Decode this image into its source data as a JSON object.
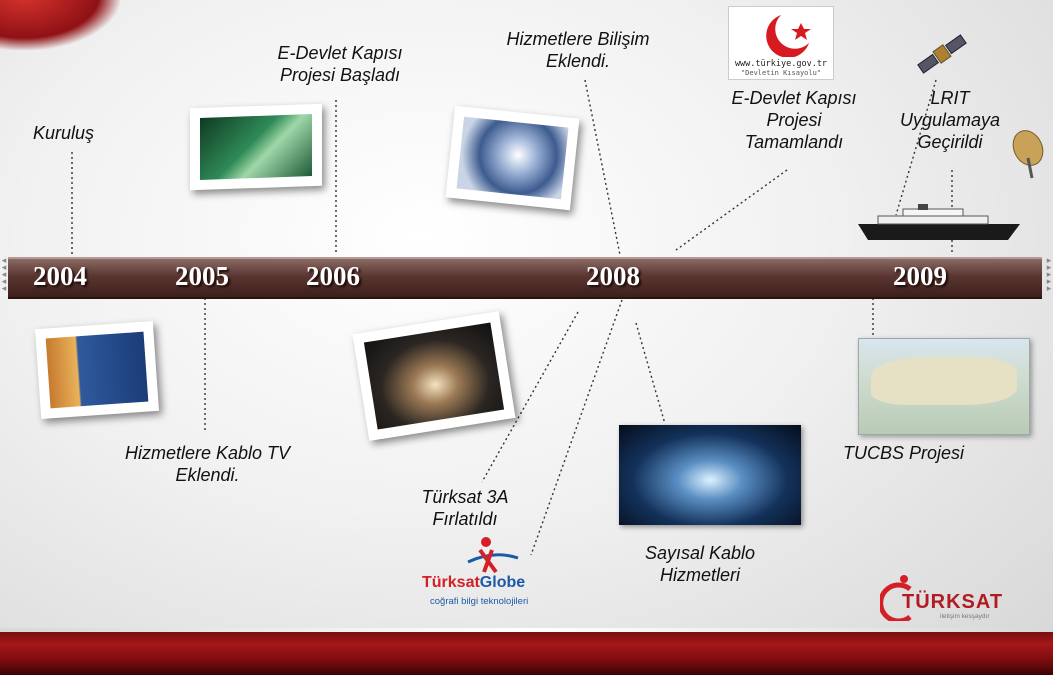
{
  "years": {
    "y2004": "2004",
    "y2005": "2005",
    "y2006": "2006",
    "y2008": "2008",
    "y2009": "2009"
  },
  "events": {
    "kurulus": "Kuruluş",
    "kablo_tv": [
      "Hizmetlere Kablo TV",
      "Eklendi."
    ],
    "edevlet_start": [
      "E-Devlet Kapısı",
      "Projesi Başladı"
    ],
    "bilisim": [
      "Hizmetlere Bilişim",
      "Eklendi."
    ],
    "edevlet_done": [
      "E-Devlet Kapısı",
      "Projesi",
      "Tamamlandı"
    ],
    "lrit": [
      "LRIT",
      "Uygulamaya",
      "Geçirildi"
    ],
    "turksat3a": [
      "Türksat 3A",
      "Fırlatıldı"
    ],
    "sayisal": [
      "Sayısal Kablo",
      "Hizmetleri"
    ],
    "tucbs": "TUCBS Projesi"
  },
  "logos": {
    "turkiye_url": "www.türkiye.gov.tr",
    "turkiye_slogan": "\"Devletin Kısayolu\"",
    "globe_brand_a": "Türksat",
    "globe_brand_b": "Globe",
    "globe_sub": "coğrafi bilgi teknolojileri",
    "turksat_brand": "TÜRKSAT",
    "turksat_slogan": "iletişim kesşaydır"
  },
  "colors": {
    "band": "#a5171a",
    "timeline": "#5a3631",
    "globe_blue": "#1c5aa6",
    "brand_red": "#d41f26"
  }
}
